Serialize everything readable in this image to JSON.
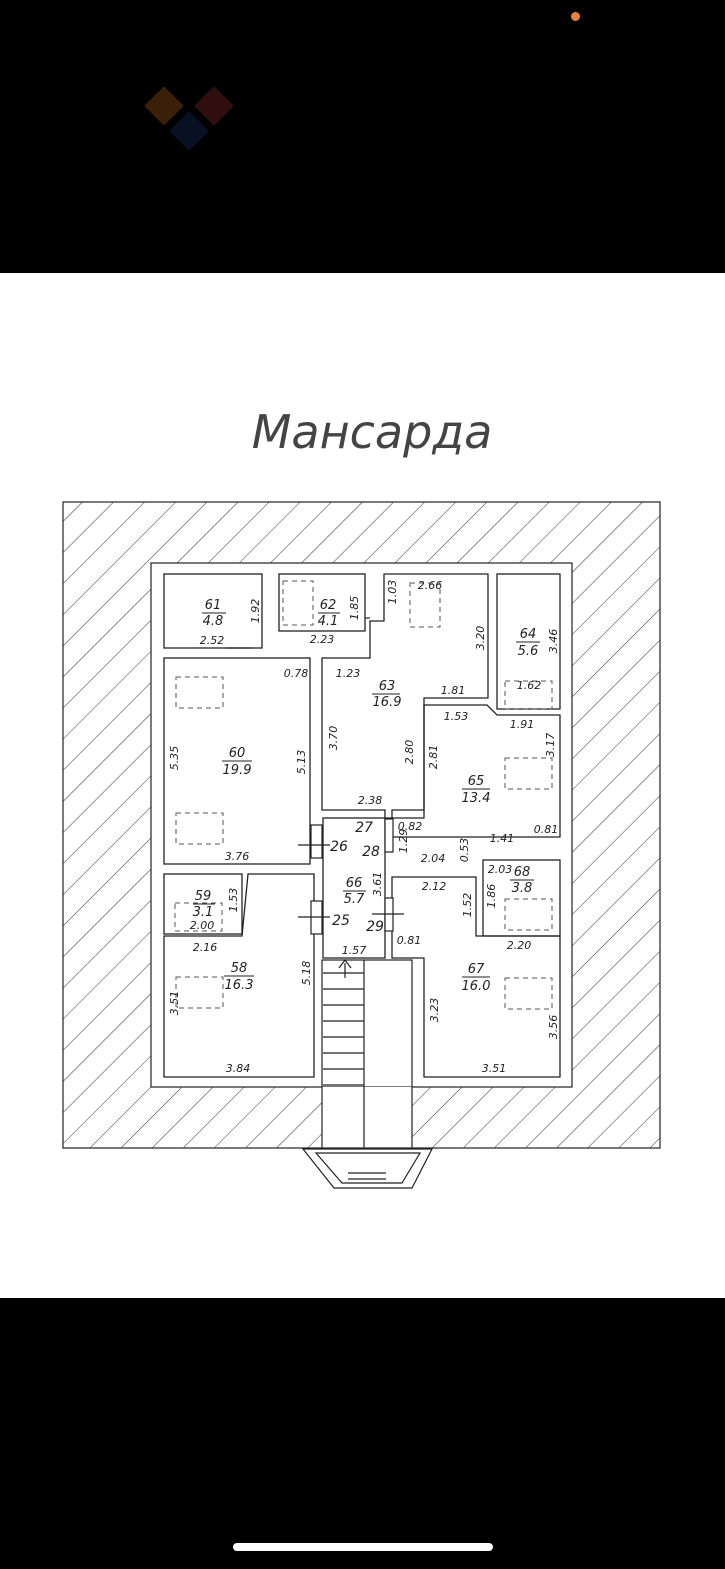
{
  "title": "Мансарда",
  "rooms": [
    {
      "num": "61",
      "area": "4.8"
    },
    {
      "num": "62",
      "area": "4.1"
    },
    {
      "num": "63",
      "area": "16.9"
    },
    {
      "num": "64",
      "area": "5.6"
    },
    {
      "num": "60",
      "area": "19.9"
    },
    {
      "num": "65",
      "area": "13.4"
    },
    {
      "num": "59",
      "area": "3.1"
    },
    {
      "num": "66",
      "area": "5.7"
    },
    {
      "num": "68",
      "area": "3.8"
    },
    {
      "num": "58",
      "area": "16.3"
    },
    {
      "num": "67",
      "area": "16.0"
    }
  ],
  "doors": [
    "26",
    "27",
    "28",
    "25",
    "29"
  ],
  "dimensions": [
    "1.92",
    "2.52",
    "1.85",
    "2.23",
    "1.03",
    "2.66",
    "3.20",
    "3.46",
    "1.62",
    "0.78",
    "1.23",
    "1.81",
    "1.53",
    "1.91",
    "3.17",
    "5.35",
    "5.13",
    "3.70",
    "2.80",
    "2.81",
    "2.38",
    "0.82",
    "1.41",
    "0.81",
    "3.76",
    "1.29",
    "2.04",
    "0.53",
    "2.03",
    "1.53",
    "2.00",
    "3.61",
    "2.12",
    "1.52",
    "1.86",
    "2.16",
    "1.57",
    "0.81",
    "2.20",
    "5.18",
    "3.51",
    "3.23",
    "3.56",
    "3.84",
    "3.51"
  ],
  "colors": {
    "background": "#000000",
    "sheet": "#ffffff",
    "line": "#222222",
    "status_dot": "#e8823a"
  }
}
